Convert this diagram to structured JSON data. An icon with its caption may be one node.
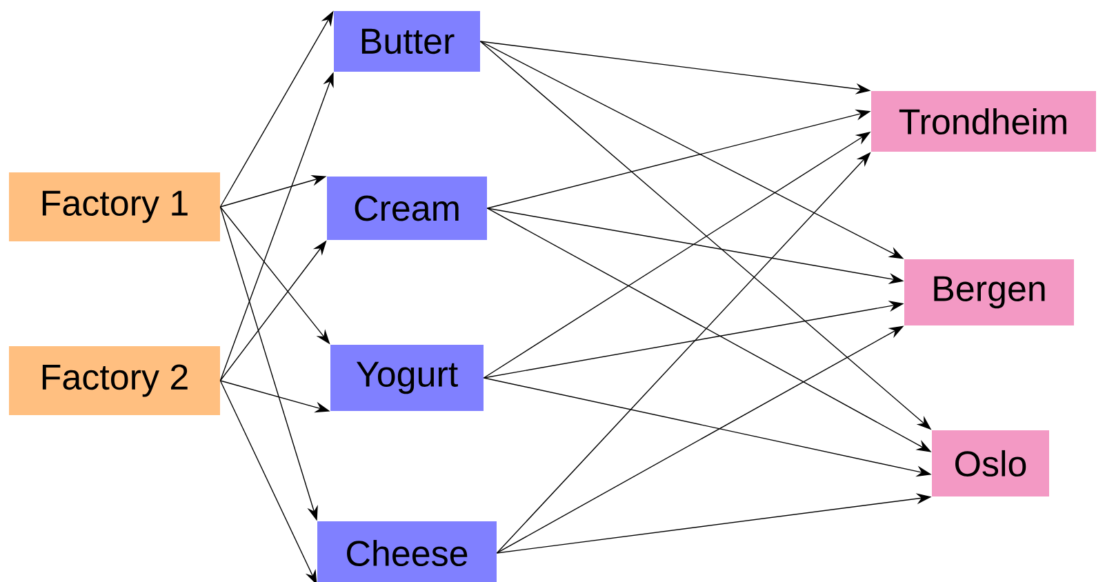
{
  "diagram": {
    "nodes": [
      {
        "text": [
          "Factory 1"
        ]
      },
      {
        "text": [
          "Factory 2"
        ]
      },
      {
        "text": [
          "Butter"
        ]
      },
      {
        "text": [
          "Cream"
        ]
      },
      {
        "text": [
          "Yogurt"
        ]
      },
      {
        "text": [
          "Cheese"
        ]
      },
      {
        "text": [
          "Trondheim"
        ]
      },
      {
        "text": [
          "Bergen"
        ]
      },
      {
        "text": [
          "Oslo"
        ]
      }
    ],
    "edges": [
      {
        "from": 0,
        "to": 2,
        "arrow": "to"
      },
      {
        "from": 0,
        "to": 3,
        "arrow": "to"
      },
      {
        "from": 0,
        "to": 4,
        "arrow": "to"
      },
      {
        "from": 0,
        "to": 5,
        "arrow": "to"
      },
      {
        "from": 1,
        "to": 2,
        "arrow": "to"
      },
      {
        "from": 1,
        "to": 3,
        "arrow": "to"
      },
      {
        "from": 1,
        "to": 4,
        "arrow": "to"
      },
      {
        "from": 1,
        "to": 5,
        "arrow": "to"
      },
      {
        "from": 2,
        "to": 6,
        "arrow": "to"
      },
      {
        "from": 2,
        "to": 7,
        "arrow": "to"
      },
      {
        "from": 2,
        "to": 8,
        "arrow": "to"
      },
      {
        "from": 3,
        "to": 6,
        "arrow": "to"
      },
      {
        "from": 3,
        "to": 7,
        "arrow": "to"
      },
      {
        "from": 3,
        "to": 8,
        "arrow": "to"
      },
      {
        "from": 4,
        "to": 6,
        "arrow": "to"
      },
      {
        "from": 4,
        "to": 7,
        "arrow": "to"
      },
      {
        "from": 4,
        "to": 8,
        "arrow": "to"
      },
      {
        "from": 5,
        "to": 6,
        "arrow": "to"
      },
      {
        "from": 5,
        "to": 7,
        "arrow": "to"
      },
      {
        "from": 5,
        "to": 8,
        "arrow": "to"
      }
    ]
  }
}
